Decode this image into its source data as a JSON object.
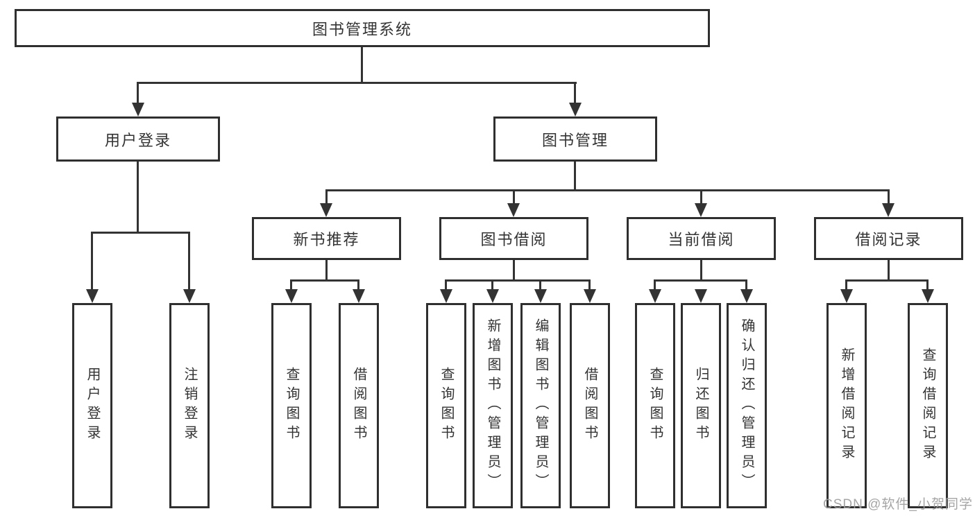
{
  "title": "图书管理系统",
  "watermark": "CSDN @软件_小贺同学",
  "colors": {
    "line": "#333333",
    "border": "#2f2f2f",
    "text": "#333333",
    "background": "#ffffff",
    "watermark": "#9e9e9e"
  },
  "root": {
    "label": "图书管理系统"
  },
  "branches": {
    "user_login": {
      "label": "用户登录",
      "children": [
        {
          "label": "用户登录"
        },
        {
          "label": "注销登录"
        }
      ]
    },
    "book_mgmt": {
      "label": "图书管理",
      "children": [
        {
          "label": "新书推荐",
          "children": [
            {
              "label": "查询图书"
            },
            {
              "label": "借阅图书"
            }
          ]
        },
        {
          "label": "图书借阅",
          "children": [
            {
              "label": "查询图书"
            },
            {
              "label": "新增图书（管理员）"
            },
            {
              "label": "编辑图书（管理员）"
            },
            {
              "label": "借阅图书"
            }
          ]
        },
        {
          "label": "当前借阅",
          "children": [
            {
              "label": "查询图书"
            },
            {
              "label": "归还图书"
            },
            {
              "label": "确认归还（管理员）"
            }
          ]
        },
        {
          "label": "借阅记录",
          "children": [
            {
              "label": "新增借阅记录"
            },
            {
              "label": "查询借阅记录"
            }
          ]
        }
      ]
    }
  }
}
